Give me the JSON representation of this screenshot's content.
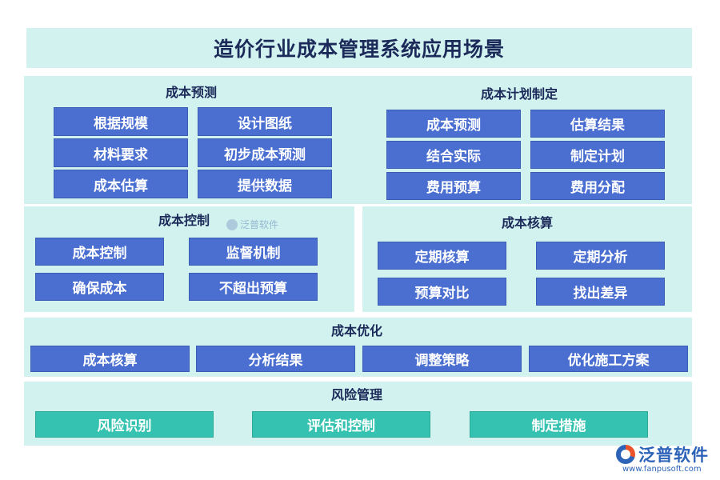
{
  "title": "造价行业成本管理系统应用场景",
  "sections": {
    "forecast": {
      "title": "成本预测",
      "items": [
        "根据规模",
        "设计图纸",
        "材料要求",
        "初步成本预测",
        "成本估算",
        "提供数据"
      ]
    },
    "planning": {
      "title": "成本计划制定",
      "items": [
        "成本预测",
        "估算结果",
        "结合实际",
        "制定计划",
        "费用预算",
        "费用分配"
      ]
    },
    "control": {
      "title": "成本控制",
      "items": [
        "成本控制",
        "监督机制",
        "确保成本",
        "不超出预算"
      ]
    },
    "accounting": {
      "title": "成本核算",
      "items": [
        "定期核算",
        "定期分析",
        "预算对比",
        "找出差异"
      ]
    },
    "optimization": {
      "title": "成本优化",
      "items": [
        "成本核算",
        "分析结果",
        "调整策略",
        "优化施工方案"
      ]
    },
    "risk": {
      "title": "风险管理",
      "items": [
        "风险识别",
        "评估和控制",
        "制定措施"
      ]
    }
  },
  "watermark": {
    "text": "泛普软件"
  },
  "brand": {
    "name": "泛普软件",
    "url": "www.fanpusoft.com"
  },
  "colors": {
    "panel": "#d2f2f0",
    "box_blue": "#4a6fd1",
    "box_teal": "#36c2b0",
    "title_text": "#1b2a59"
  }
}
